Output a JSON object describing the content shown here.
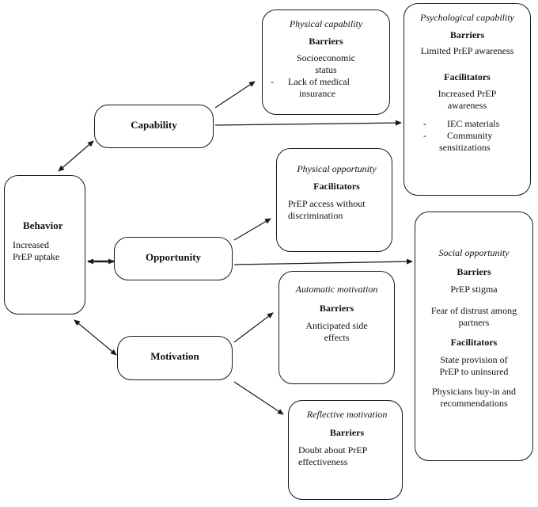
{
  "behavior": {
    "title": "Behavior",
    "text_line1": "Increased",
    "text_line2": "PrEP uptake"
  },
  "components": {
    "capability": "Capability",
    "opportunity": "Opportunity",
    "motivation": "Motivation"
  },
  "physical_capability": {
    "heading": "Physical capability",
    "section": "Barriers",
    "line1": "Socioeconomic",
    "line2": "status",
    "bullet_dash": "-",
    "bullet_line1": "Lack of medical",
    "bullet_line2": "insurance"
  },
  "psychological_capability": {
    "heading": "Psychological capability",
    "barriers_label": "Barriers",
    "barrier1": "Limited PrEP awareness",
    "facilitators_label": "Facilitators",
    "facilitator_line1": "Increased PrEP",
    "facilitator_line2": "awareness",
    "bullet_dash": "-",
    "bullet1": "IEC materials",
    "bullet2_line1": "Community",
    "bullet2_line2": "sensitizations"
  },
  "physical_opportunity": {
    "heading": "Physical opportunity",
    "section": "Facilitators",
    "line1": "PrEP access without",
    "line2": "discrimination"
  },
  "social_opportunity": {
    "heading": "Social opportunity",
    "barriers_label": "Barriers",
    "barrier1": "PrEP stigma",
    "barrier2_line1": "Fear of distrust among",
    "barrier2_line2": "partners",
    "facilitators_label": "Facilitators",
    "facilitator1_line1": "State provision of",
    "facilitator1_line2": "PrEP to uninsured",
    "facilitator2_line1": "Physicians buy-in and",
    "facilitator2_line2": "recommendations"
  },
  "automatic_motivation": {
    "heading": "Automatic motivation",
    "section": "Barriers",
    "line1": "Anticipated side",
    "line2": "effects"
  },
  "reflective_motivation": {
    "heading": "Reflective motivation",
    "section": "Barriers",
    "line1": "Doubt about PrEP",
    "line2": "effectiveness"
  },
  "colors": {
    "stroke": "#1a1a1a",
    "text": "#111111",
    "background": "#ffffff"
  }
}
